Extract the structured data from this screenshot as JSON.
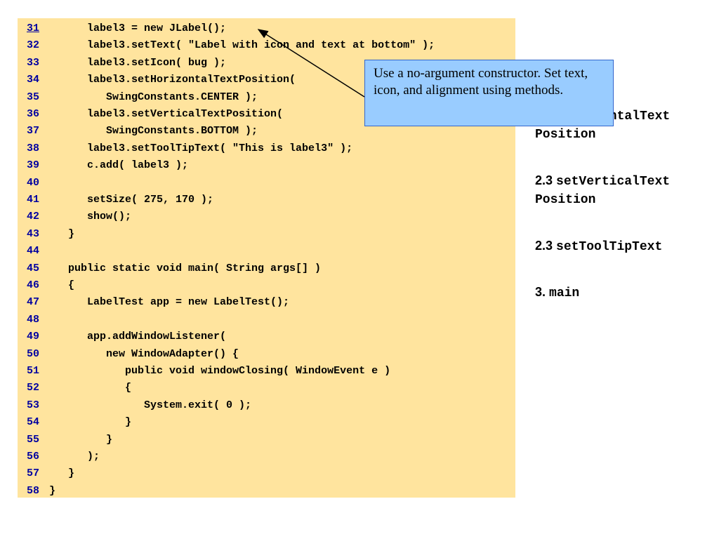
{
  "code_listing": {
    "lines": [
      {
        "num": "31",
        "text": "      label3 = new JLabel();"
      },
      {
        "num": "32",
        "text": "      label3.setText( \"Label with icon and text at bottom\" );"
      },
      {
        "num": "33",
        "text": "      label3.setIcon( bug );"
      },
      {
        "num": "34",
        "text": "      label3.setHorizontalTextPosition("
      },
      {
        "num": "35",
        "text": "         SwingConstants.CENTER );"
      },
      {
        "num": "36",
        "text": "      label3.setVerticalTextPosition("
      },
      {
        "num": "37",
        "text": "         SwingConstants.BOTTOM );"
      },
      {
        "num": "38",
        "text": "      label3.setToolTipText( \"This is label3\" );"
      },
      {
        "num": "39",
        "text": "      c.add( label3 );"
      },
      {
        "num": "40",
        "text": ""
      },
      {
        "num": "41",
        "text": "      setSize( 275, 170 );"
      },
      {
        "num": "42",
        "text": "      show();"
      },
      {
        "num": "43",
        "text": "   }"
      },
      {
        "num": "44",
        "text": ""
      },
      {
        "num": "45",
        "text": "   public static void main( String args[] )"
      },
      {
        "num": "46",
        "text": "   {"
      },
      {
        "num": "47",
        "text": "      LabelTest app = new LabelTest();"
      },
      {
        "num": "48",
        "text": ""
      },
      {
        "num": "49",
        "text": "      app.addWindowListener("
      },
      {
        "num": "50",
        "text": "         new WindowAdapter() {"
      },
      {
        "num": "51",
        "text": "            public void windowClosing( WindowEvent e )"
      },
      {
        "num": "52",
        "text": "            {"
      },
      {
        "num": "53",
        "text": "               System.exit( 0 );"
      },
      {
        "num": "54",
        "text": "            }"
      },
      {
        "num": "55",
        "text": "         }"
      },
      {
        "num": "56",
        "text": "      );"
      },
      {
        "num": "57",
        "text": "   }"
      },
      {
        "num": "58",
        "text": "}"
      }
    ]
  },
  "callout": {
    "text": "Use a no-argument constructor.  Set text, icon, and alignment using methods."
  },
  "outline": {
    "item1": {
      "mono_a": "ontalText",
      "mono_b": "Position"
    },
    "item2": {
      "num": "2.3 ",
      "mono_a": "setVerticalText",
      "mono_b": "Position"
    },
    "item3": {
      "num": "2.3 ",
      "mono": "setToolTipText"
    },
    "item4": {
      "num": "3. ",
      "mono": "main"
    }
  },
  "colors": {
    "code_background": "#FFE49E",
    "line_number": "#0000A0",
    "callout_background": "#99CCFF"
  }
}
